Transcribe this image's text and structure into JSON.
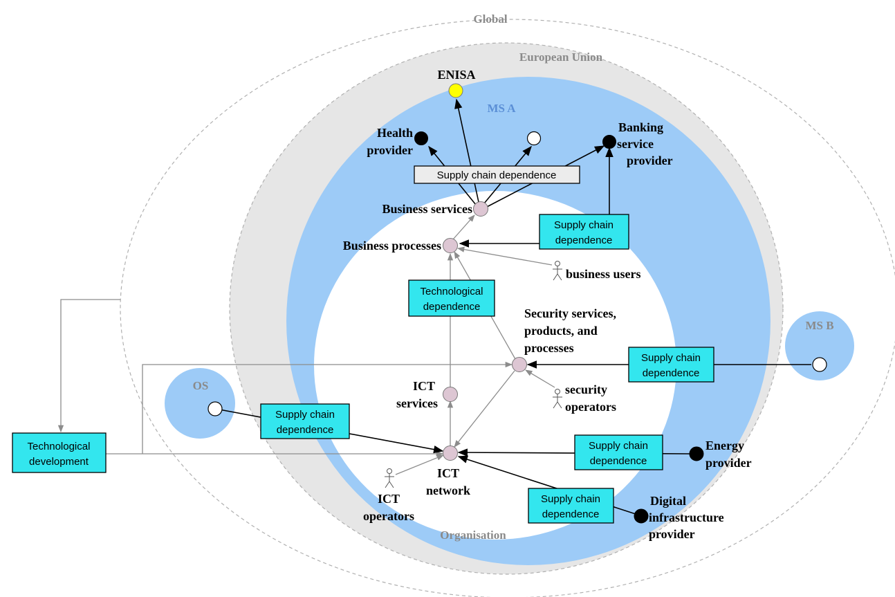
{
  "zones": {
    "global": "Global",
    "eu": "European Union",
    "ms_a": "MS A",
    "ms_b": "MS B",
    "os": "OS",
    "organisation": "Organisation"
  },
  "nodes": {
    "enisa": "ENISA",
    "health": [
      "Health",
      "provider"
    ],
    "banking": [
      "Banking",
      "service",
      "provider"
    ],
    "business_services": "Business services",
    "business_processes": "Business processes",
    "business_users": "business users",
    "security_services": [
      "Security services,",
      "products, and",
      "processes"
    ],
    "security_operators": [
      "security",
      "operators"
    ],
    "ict_services": [
      "ICT",
      "services"
    ],
    "ict_network": [
      "ICT",
      "network"
    ],
    "ict_operators": [
      "ICT",
      "operators"
    ],
    "energy": [
      "Energy",
      "provider"
    ],
    "digital_infra": [
      "Digital",
      "infrastructure",
      "provider"
    ]
  },
  "boxes": {
    "supply_top": "Supply chain dependence",
    "supply_banking": [
      "Supply chain",
      "dependence"
    ],
    "tech_dependence": [
      "Technological",
      "dependence"
    ],
    "supply_msb": [
      "Supply chain",
      "dependence"
    ],
    "supply_os": [
      "Supply chain",
      "dependence"
    ],
    "supply_energy": [
      "Supply chain",
      "dependence"
    ],
    "supply_digital": [
      "Supply chain",
      "dependence"
    ],
    "tech_development": [
      "Technological",
      "development"
    ]
  },
  "colors": {
    "eu_zone": "#e6e6e6",
    "member_state": "#9dcbf7",
    "box_fill": "#33e6ee",
    "enisa": "#ffff00"
  }
}
